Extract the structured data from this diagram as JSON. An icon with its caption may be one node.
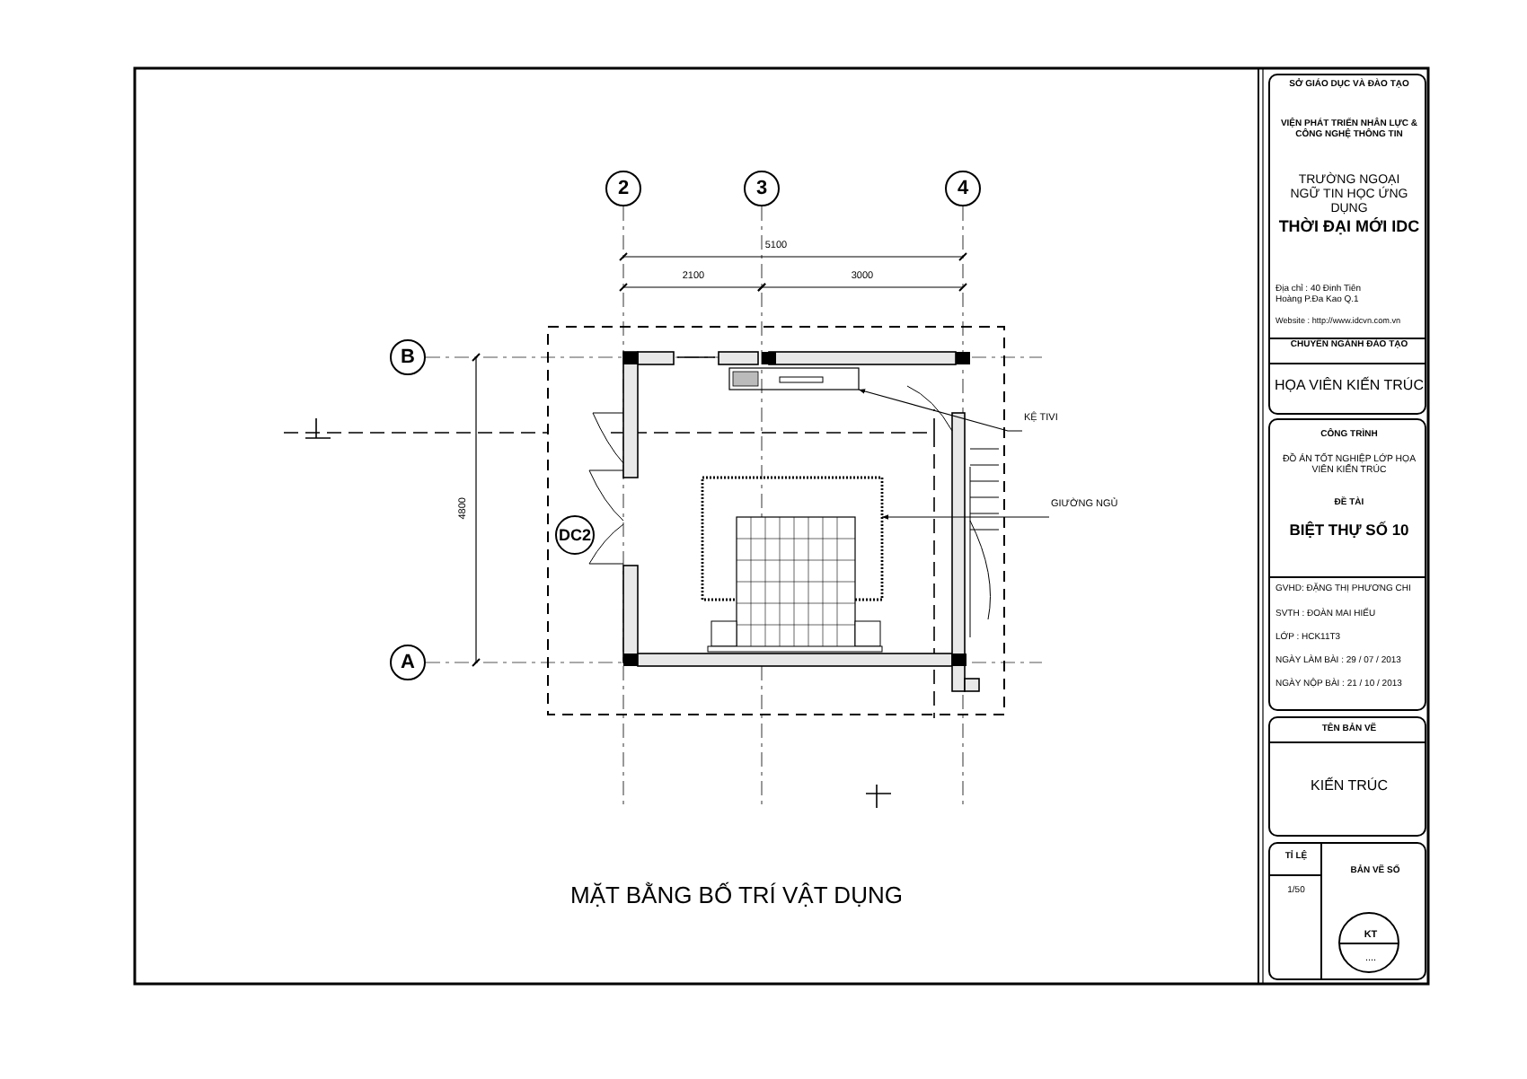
{
  "diagram": {
    "title": "MẶT BẰNG BỐ TRÍ VẬT DỤNG",
    "nodes": [
      {
        "text": [
          "2"
        ]
      },
      {
        "text": [
          "3"
        ]
      },
      {
        "text": [
          "4"
        ]
      },
      {
        "text": [
          "B"
        ]
      },
      {
        "text": [
          "A"
        ]
      },
      {
        "text": [
          "DC2"
        ]
      },
      {
        "text": [
          "KỆ TIVI"
        ]
      },
      {
        "text": [],
        "shape": "picture"
      },
      {
        "text": [
          "GIƯỜNG NGỦ"
        ]
      },
      {
        "text": [],
        "shape": "picture"
      },
      {
        "text": [],
        "shape": "box"
      },
      {
        "text": [
          "SỞ GIÁO DỤC VÀ ĐÀO TẠO",
          "VIỆN PHÁT TRIỂN NHÂN LỰC & CÔNG NGHỆ THÔNG TIN",
          "TRƯỜNG NGOẠI NGỮ TIN HỌC ỨNG DỤNG",
          "THỜI ĐẠI MỚI IDC",
          "Địa chỉ : 40 Đinh Tiên Hoàng P.Đa Kao Q.1",
          "Website : http://www.idcvn.com.vn",
          "CHUYÊN NGÀNH ĐÀO TẠO",
          "HỌA VIÊN KIẾN TRÚC"
        ],
        "in": 10
      },
      {
        "text": [
          "CÔNG TRÌNH",
          "ĐỒ ÁN TỐT NGHIỆP LỚP HỌA VIÊN KIẾN TRÚC",
          "ĐỀ TÀI",
          "BIỆT THỰ SỐ 10",
          "GVHD: ĐẶNG THỊ PHƯƠNG CHI",
          "SVTH : ĐOÀN MAI HIẾU",
          "LỚP : HCK11T3",
          "NGÀY LÀM BÀI : 29 / 07 / 2013",
          "NGÀY NỘP BÀI : 21 / 10 / 2013"
        ],
        "in": 10
      },
      {
        "text": [
          "TÊN BẢN VẼ",
          "KIẾN TRÚC"
        ],
        "in": 10
      },
      {
        "text": [
          "TỈ LỆ",
          "1/50",
          "BẢN VẼ SỐ"
        ],
        "in": 10
      },
      {
        "text": [
          "KT",
          "...."
        ],
        "in": 14
      }
    ],
    "edges": [
      {
        "from": 6,
        "to": 7,
        "arrow": "to"
      },
      {
        "from": 8,
        "to": 9,
        "arrow": "to"
      }
    ],
    "labels": [
      "5100",
      "2100",
      "3000",
      "4800"
    ]
  }
}
